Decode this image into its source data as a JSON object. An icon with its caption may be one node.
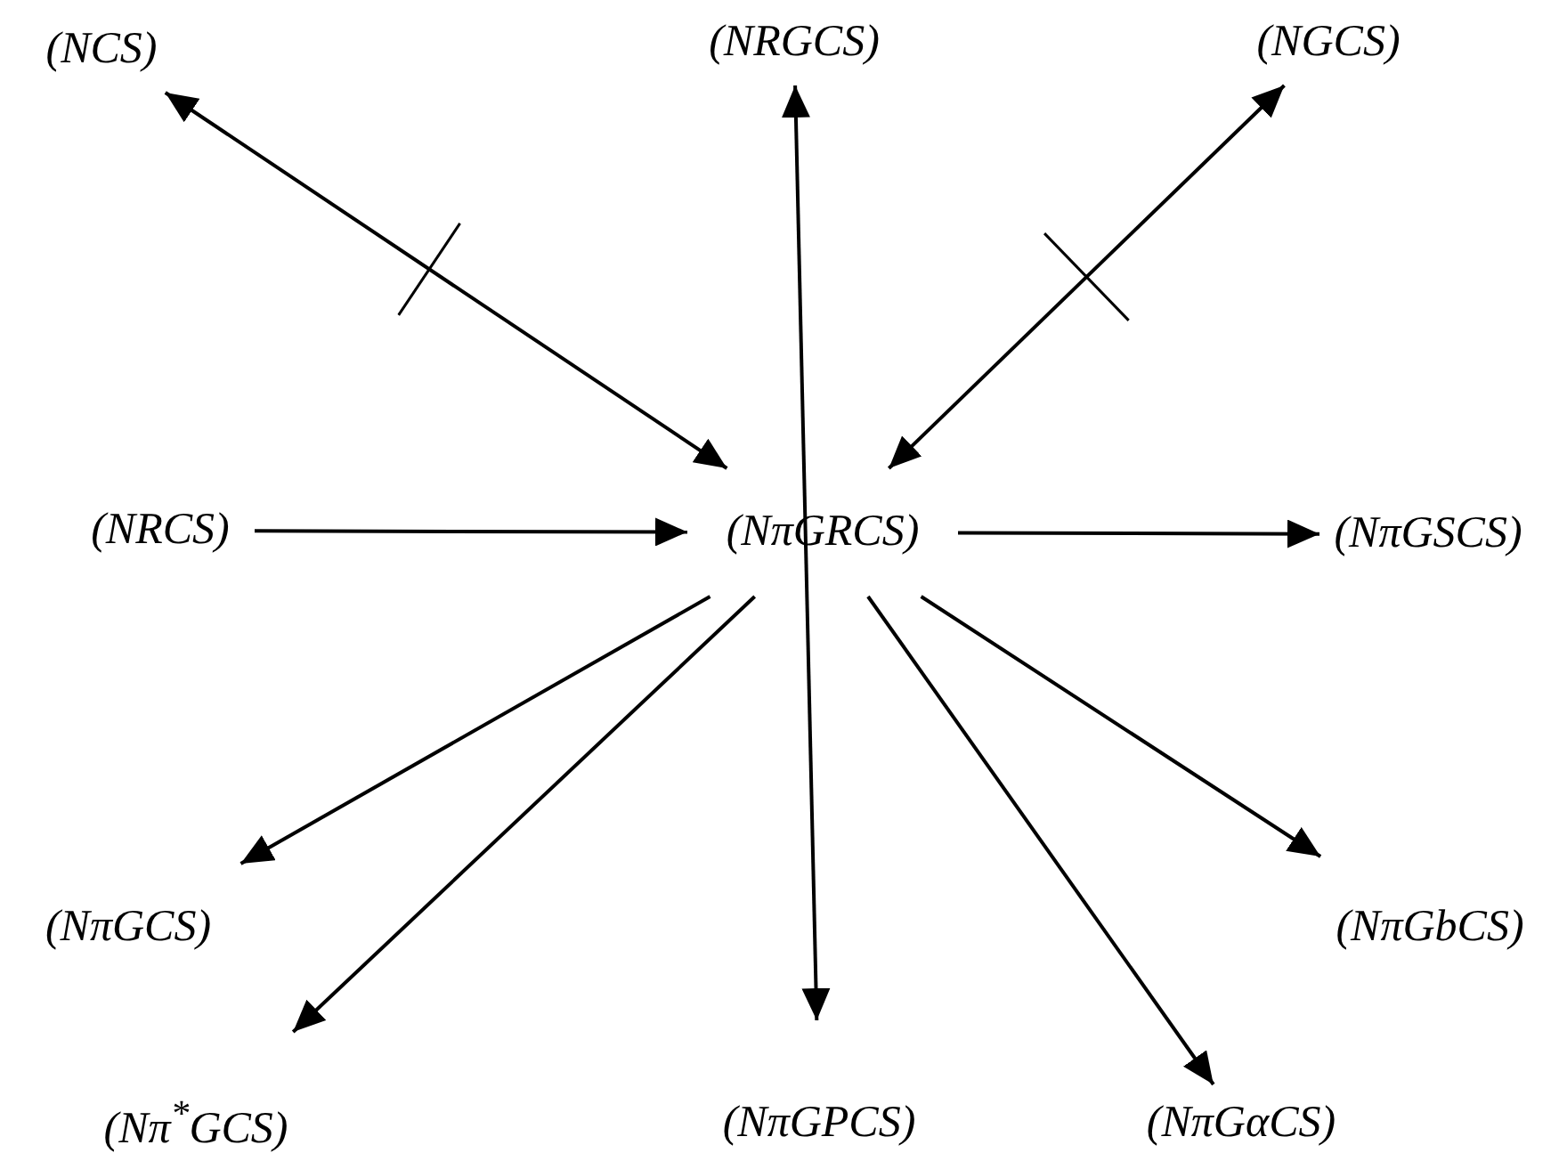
{
  "diagram": {
    "nodes": [
      {
        "text": [
          "(NCS)"
        ]
      },
      {
        "text": [
          "(NRGCS)"
        ]
      },
      {
        "text": [
          "(NGCS)"
        ]
      },
      {
        "text": [
          "(NRCS)"
        ]
      },
      {
        "text": [
          "(NπGRCS)"
        ]
      },
      {
        "text": [
          "(NπGSCS)"
        ]
      },
      {
        "text": [
          "(NπGCS)"
        ]
      },
      {
        "text": [
          "(NπGbCS)"
        ]
      },
      {
        "text": [
          "(Nπ$^{*}$GCS)"
        ]
      },
      {
        "text": [
          "(NπGPCS)"
        ]
      },
      {
        "text": [
          "(NπGαCS)"
        ]
      }
    ],
    "edges": [
      {
        "from": 0,
        "to": 4,
        "arrow": "both"
      },
      {
        "from": 2,
        "to": 4,
        "arrow": "both"
      },
      {
        "from": 1,
        "to": 9,
        "arrow": "both"
      },
      {
        "from": 3,
        "to": 4,
        "arrow": "to"
      },
      {
        "from": 4,
        "to": 5,
        "arrow": "to"
      },
      {
        "from": 4,
        "to": 6,
        "arrow": "to"
      },
      {
        "from": 4,
        "to": 8,
        "arrow": "to"
      },
      {
        "from": 4,
        "to": 10,
        "arrow": "to"
      },
      {
        "from": 4,
        "to": 7,
        "arrow": "to"
      }
    ]
  }
}
